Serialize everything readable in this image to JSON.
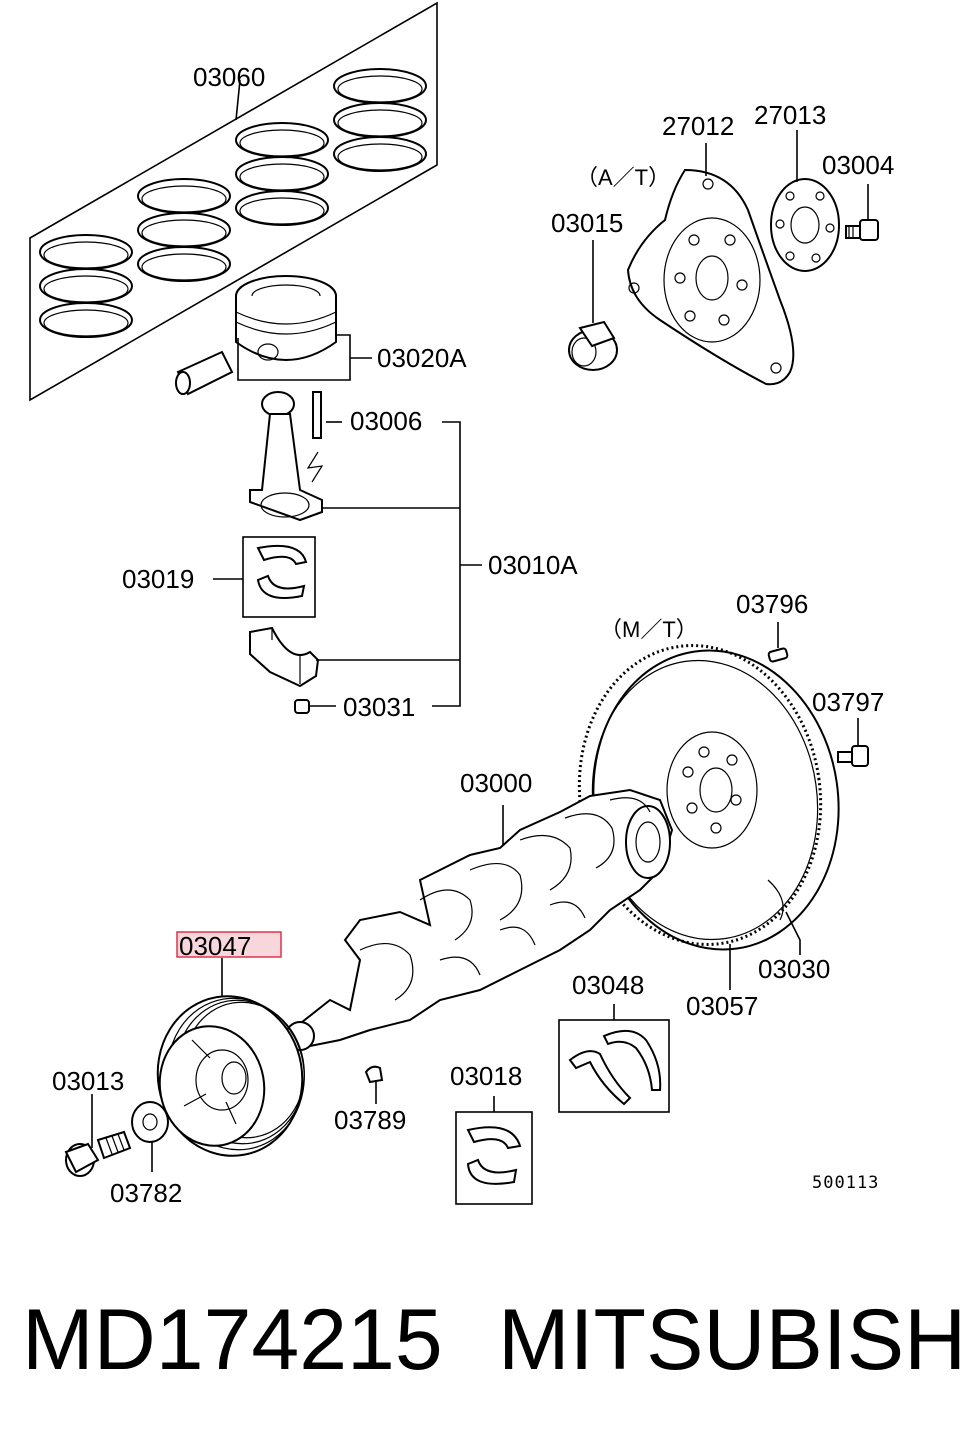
{
  "callouts": {
    "c03060": "03060",
    "c27012": "27012",
    "c27013": "27013",
    "c03004": "03004",
    "at": "（A／T）",
    "c03015": "03015",
    "c03020A": "03020A",
    "c03006": "03006",
    "c03019": "03019",
    "c03010A": "03010A",
    "c03031": "03031",
    "mt": "（M／T）",
    "c03796": "03796",
    "c03797": "03797",
    "c03000": "03000",
    "c03047": "03047",
    "c03048": "03048",
    "c03030": "03030",
    "c03057": "03057",
    "c03013": "03013",
    "c03018": "03018",
    "c03789": "03789",
    "c03782": "03782"
  },
  "diagram_code": "500113",
  "highlight_color": "#f8d7dc",
  "highlight_border": "#e0334a",
  "footer": {
    "part_number": "MD174215",
    "brand": "MITSUBISHI"
  }
}
